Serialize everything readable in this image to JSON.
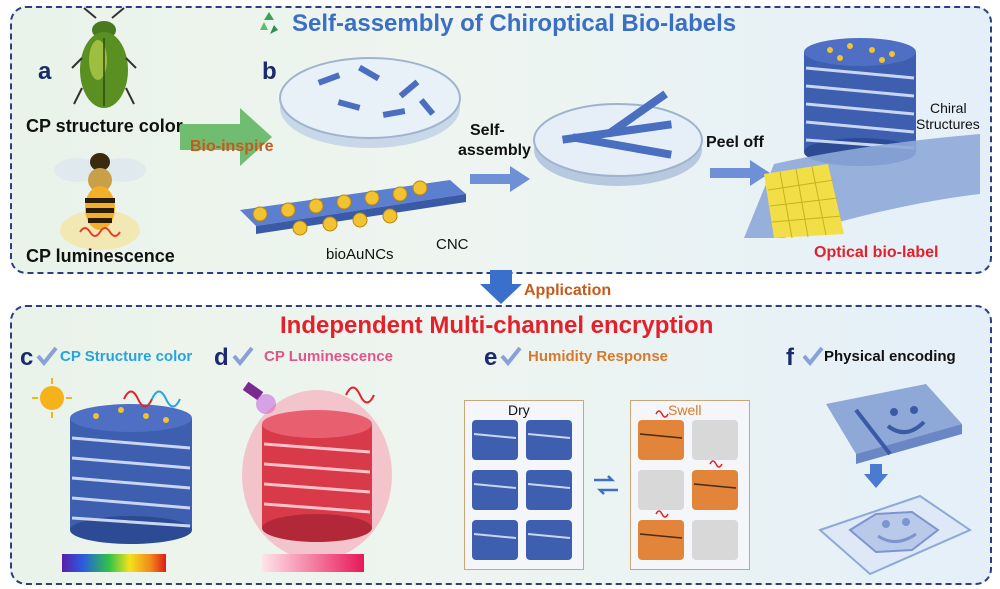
{
  "top": {
    "title": "Self-assembly of Chiroptical Bio-labels",
    "panel_a_letter": "a",
    "panel_b_letter": "b",
    "cp_structure_color": "CP structure color",
    "cp_luminescence": "CP luminescence",
    "bio_inspire": "Bio-inspire",
    "bioaunc_label": "bioAuNCs",
    "cnc_label": "CNC",
    "self_assembly": [
      "Self-",
      "assembly"
    ],
    "peel_off": "Peel off",
    "chiral_structures": [
      "Chiral",
      "Structures"
    ],
    "optical_bio_label": "Optical bio-label"
  },
  "application": "Application",
  "bottom": {
    "title": "Independent Multi-channel encryption",
    "c": {
      "letter": "c",
      "label": "CP Structure color"
    },
    "d": {
      "letter": "d",
      "label": "CP Luminescence"
    },
    "e": {
      "letter": "e",
      "label": "Humidity Response",
      "dry": "Dry",
      "swell": "Swell"
    },
    "f": {
      "letter": "f",
      "label": "Physical encoding"
    }
  },
  "colors": {
    "title_blue": "#3a6fc4",
    "bio_orange": "#c65a1e",
    "red_title": "#e4212b",
    "c_label": "#27a3e0",
    "d_label": "#e2558b",
    "e_label": "#d87a2a",
    "dark_navy": "#1a2a6e"
  }
}
